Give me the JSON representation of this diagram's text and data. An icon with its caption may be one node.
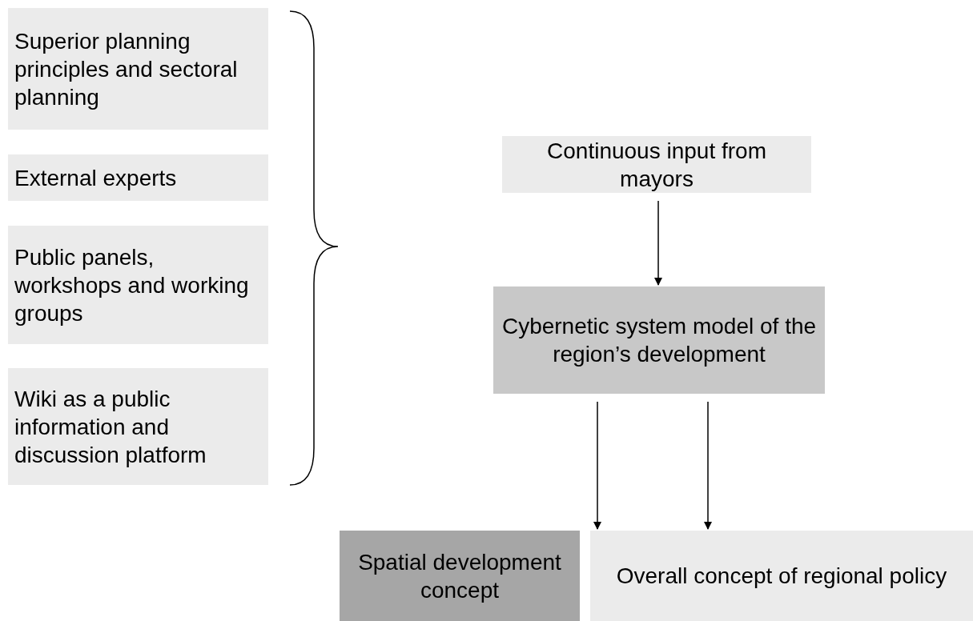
{
  "diagram": {
    "nodes": [
      {
        "text": [
          "Superior planning principles and sectoral planning"
        ]
      },
      {
        "text": [
          "External experts"
        ]
      },
      {
        "text": [
          "Public panels, workshops and working groups"
        ]
      },
      {
        "text": [
          "Wiki as a public information and discussion platform"
        ]
      },
      {
        "text": [
          "Continuous input from mayors"
        ]
      },
      {
        "text": [
          "Cybernetic system model of the region’s development"
        ]
      },
      {
        "text": [
          "Spatial development concept"
        ]
      },
      {
        "text": [
          "Overall concept of regional policy"
        ]
      }
    ],
    "edges": [
      {
        "from": 4,
        "to": 5,
        "arrow": "to"
      },
      {
        "from": 5,
        "to": 6,
        "arrow": "to"
      },
      {
        "from": 5,
        "to": 7,
        "arrow": "to"
      }
    ]
  }
}
